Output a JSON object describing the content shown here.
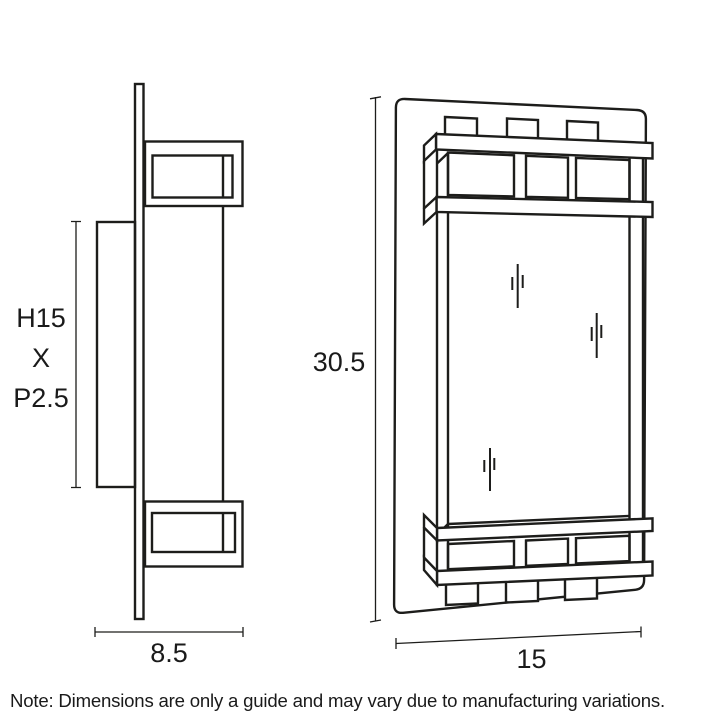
{
  "drawing": {
    "side_view": {
      "mount_dimension_lines": [
        "H15",
        "X",
        "P2.5"
      ],
      "width_dimension": "8.5"
    },
    "front_view": {
      "height_dimension": "30.5",
      "width_dimension": "15"
    }
  },
  "note": "Note: Dimensions are only a guide and may vary due to manufacturing variations.",
  "colors": {
    "line": "#1d1d1b",
    "text": "#1a1a1a",
    "background": "#ffffff"
  }
}
